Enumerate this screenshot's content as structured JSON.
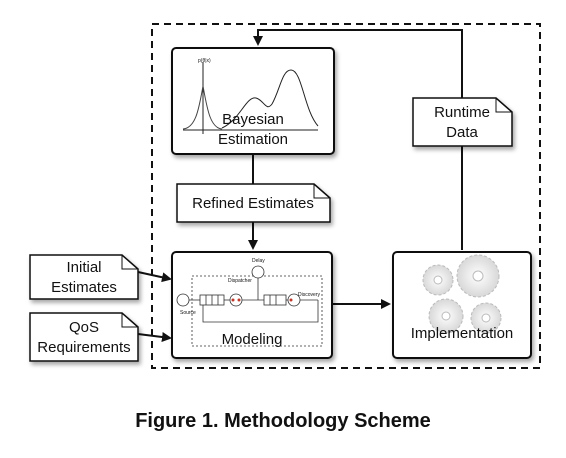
{
  "figure": {
    "caption": "Figure 1. Methodology Scheme"
  },
  "nodes": {
    "bayesian": {
      "line1": "Bayesian",
      "line2": "Estimation",
      "plot_label": "p(θ|x)"
    },
    "refined": {
      "label": "Refined Estimates"
    },
    "runtime": {
      "line1": "Runtime",
      "line2": "Data"
    },
    "initial": {
      "line1": "Initial",
      "line2": "Estimates"
    },
    "qos": {
      "line1": "QoS",
      "line2": "Requirements"
    },
    "modeling": {
      "label": "Modeling",
      "sub_dispatcher": "Dispatcher",
      "sub_source": "Source",
      "sub_delay": "Delay",
      "sub_discovery": "Discovery"
    },
    "implementation": {
      "label": "Implementation"
    }
  }
}
